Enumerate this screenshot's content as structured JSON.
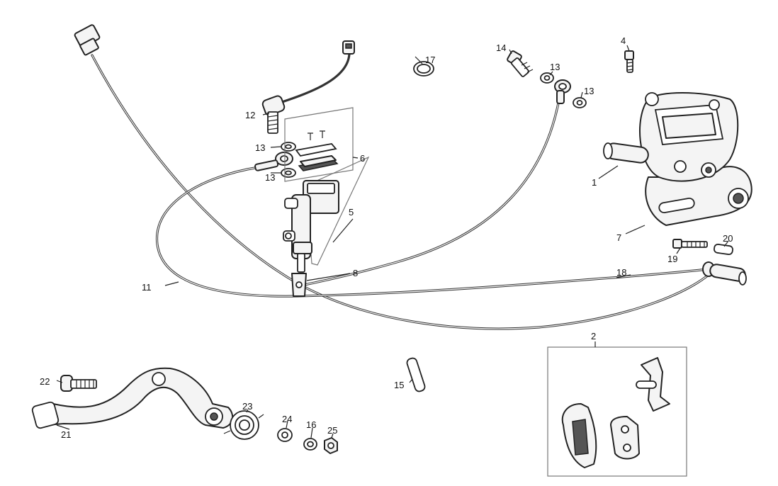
{
  "callouts": [
    {
      "id": "1",
      "text": "1"
    },
    {
      "id": "2",
      "text": "2"
    },
    {
      "id": "4",
      "text": "4"
    },
    {
      "id": "5",
      "text": "5"
    },
    {
      "id": "6",
      "text": "6"
    },
    {
      "id": "7",
      "text": "7"
    },
    {
      "id": "8",
      "text": "8"
    },
    {
      "id": "11",
      "text": "11"
    },
    {
      "id": "12",
      "text": "12"
    },
    {
      "id": "13a",
      "text": "13"
    },
    {
      "id": "13b",
      "text": "13"
    },
    {
      "id": "13c",
      "text": "13"
    },
    {
      "id": "13d",
      "text": "13"
    },
    {
      "id": "14",
      "text": "14"
    },
    {
      "id": "15",
      "text": "15"
    },
    {
      "id": "16",
      "text": "16"
    },
    {
      "id": "17",
      "text": "17"
    },
    {
      "id": "18",
      "text": "18"
    },
    {
      "id": "19",
      "text": "19"
    },
    {
      "id": "20",
      "text": "20"
    },
    {
      "id": "21",
      "text": "21"
    },
    {
      "id": "22",
      "text": "22"
    },
    {
      "id": "23",
      "text": "23"
    },
    {
      "id": "24",
      "text": "24"
    },
    {
      "id": "25",
      "text": "25"
    }
  ]
}
